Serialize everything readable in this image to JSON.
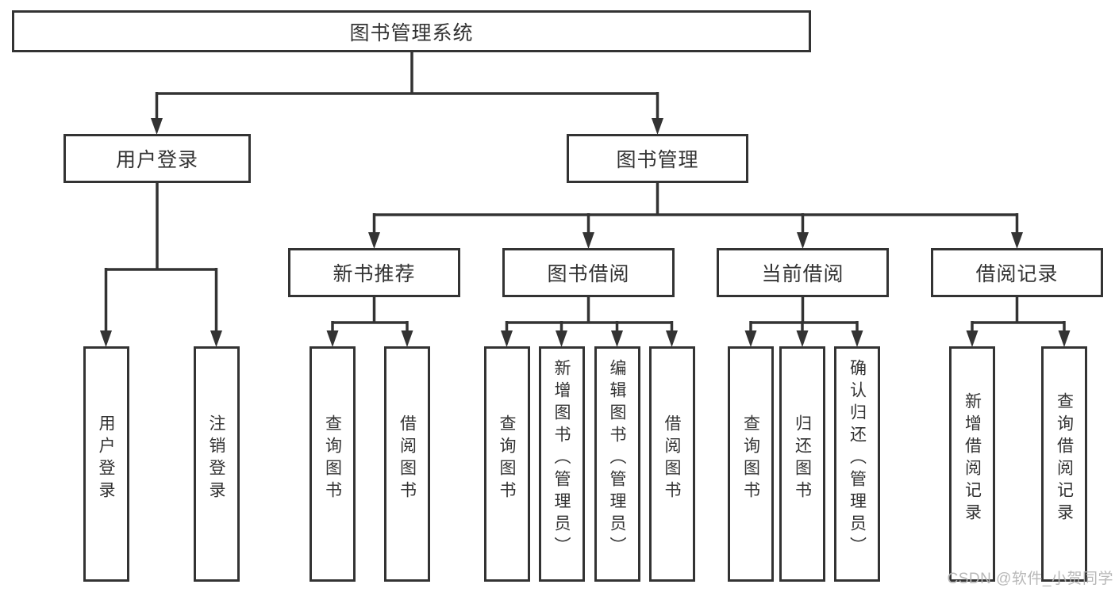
{
  "diagram": {
    "root_label": "图书管理系统",
    "level2": [
      {
        "label": "用户登录"
      },
      {
        "label": "图书管理"
      }
    ],
    "level3": [
      {
        "label": "新书推荐"
      },
      {
        "label": "图书借阅"
      },
      {
        "label": "当前借阅"
      },
      {
        "label": "借阅记录"
      }
    ],
    "leaves": {
      "user_login": [
        "用户登录",
        "注销登录"
      ],
      "new_book_rec": [
        "查询图书",
        "借阅图书"
      ],
      "book_borrow": [
        "查询图书",
        "新增图书（管理员）",
        "编辑图书（管理员）",
        "借阅图书"
      ],
      "current_borrow": [
        "查询图书",
        "归还图书",
        "确认归还（管理员）"
      ],
      "borrow_record": [
        "新增借阅记录",
        "查询借阅记录"
      ]
    }
  },
  "watermark": "CSDN @软件_小贺同学",
  "colors": {
    "line": "#333333",
    "text": "#333333",
    "box_background": "#ffffff",
    "watermark": "#b4b4b4"
  }
}
